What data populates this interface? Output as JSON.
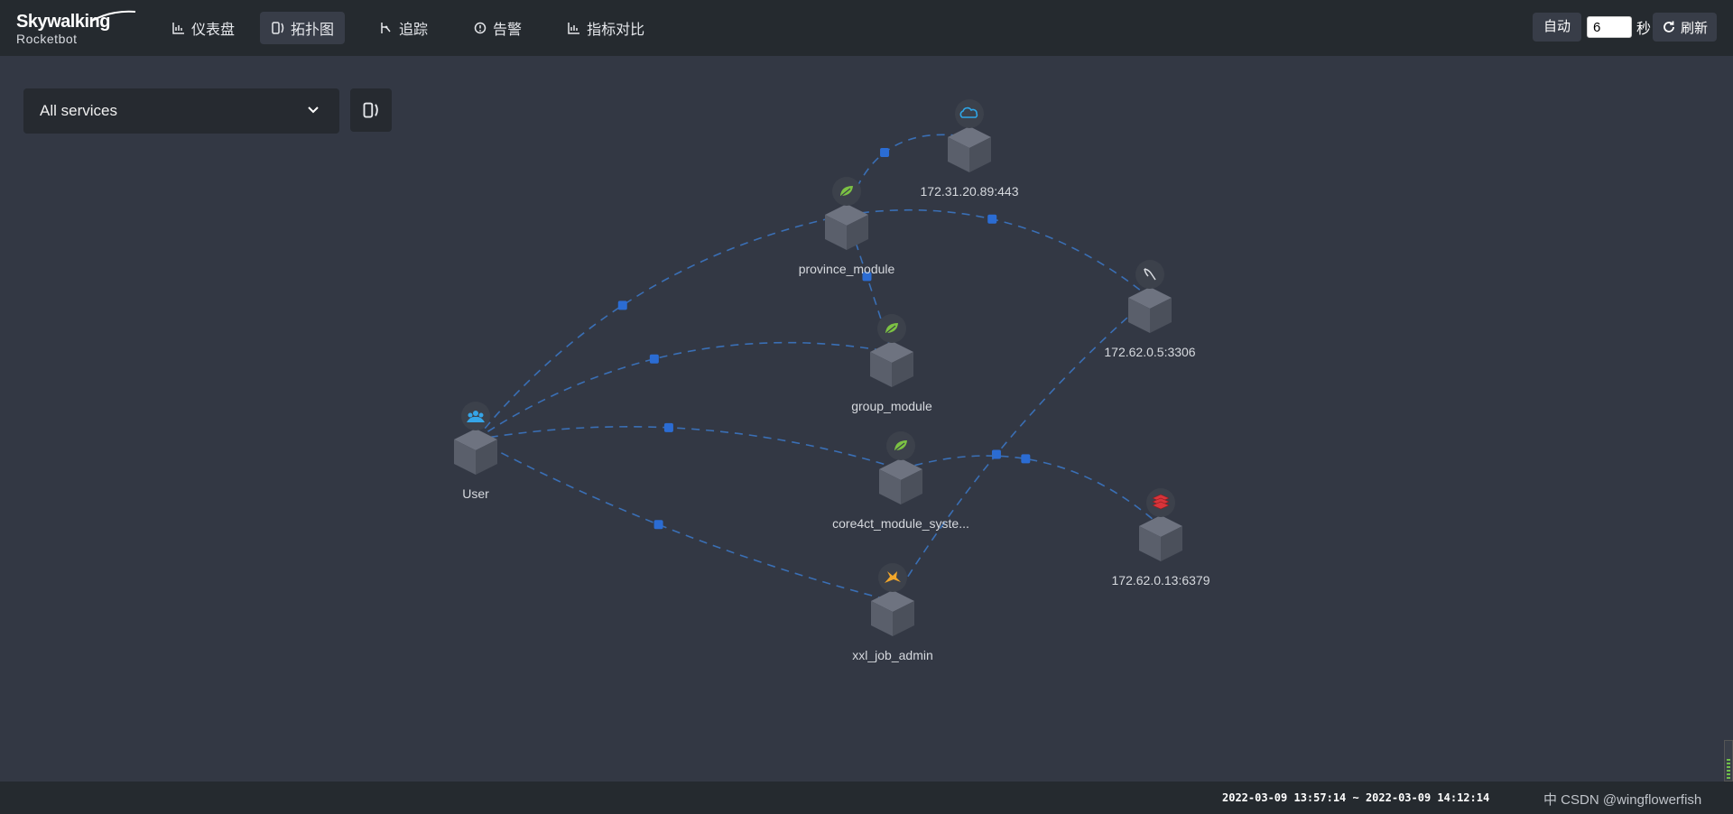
{
  "app": {
    "logo_text": "Skywalking",
    "logo_sub": "Rocketbot"
  },
  "nav": {
    "items": [
      {
        "label": "仪表盘",
        "icon": "chart-icon"
      },
      {
        "label": "拓扑图",
        "icon": "topology-icon",
        "active": true
      },
      {
        "label": "追踪",
        "icon": "trace-icon"
      },
      {
        "label": "告警",
        "icon": "alarm-icon"
      },
      {
        "label": "指标对比",
        "icon": "compare-chart-icon"
      }
    ]
  },
  "header": {
    "auto_label": "自动",
    "interval_value": "6",
    "seconds_label": "秒",
    "refresh_label": "刷新"
  },
  "filter": {
    "service_selected": "All services"
  },
  "topology": {
    "nodes": [
      {
        "id": "user",
        "label": "User",
        "icon": "users-icon"
      },
      {
        "id": "province",
        "label": "province_module",
        "icon": "spring-leaf-icon"
      },
      {
        "id": "ext443",
        "label": "172.31.20.89:443",
        "icon": "cloud-icon"
      },
      {
        "id": "group",
        "label": "group_module",
        "icon": "spring-leaf-icon"
      },
      {
        "id": "mysql",
        "label": "172.62.0.5:3306",
        "icon": "mysql-dolphin-icon"
      },
      {
        "id": "core",
        "label": "core4ct_module_syste...",
        "icon": "spring-leaf-icon"
      },
      {
        "id": "redis",
        "label": "172.62.0.13:6379",
        "icon": "redis-icon"
      },
      {
        "id": "xxl",
        "label": "xxl_job_admin",
        "icon": "tomcat-icon"
      }
    ],
    "edges": [
      [
        "user",
        "province"
      ],
      [
        "user",
        "group"
      ],
      [
        "user",
        "core"
      ],
      [
        "user",
        "xxl"
      ],
      [
        "province",
        "ext443"
      ],
      [
        "province",
        "group"
      ],
      [
        "province",
        "mysql"
      ],
      [
        "xxl",
        "mysql"
      ],
      [
        "core",
        "redis"
      ]
    ],
    "colors": {
      "edge": "#3a6fb5",
      "edge_marker": "#2b6cd3",
      "cube_top": "#6e7380",
      "cube_left": "#5a5f6b",
      "cube_right": "#4b505b",
      "icon_bg": "#3c414b",
      "spring": "#7cc243",
      "cloud": "#2ea6e8",
      "users": "#35a5e8",
      "redis": "#d8343a",
      "tomcat": "#f2a72b"
    }
  },
  "footer": {
    "time_range": "2022-03-09 13:57:14 ~ 2022-03-09 14:12:14",
    "right_text": "中 CSDN @wingflowerfish"
  }
}
